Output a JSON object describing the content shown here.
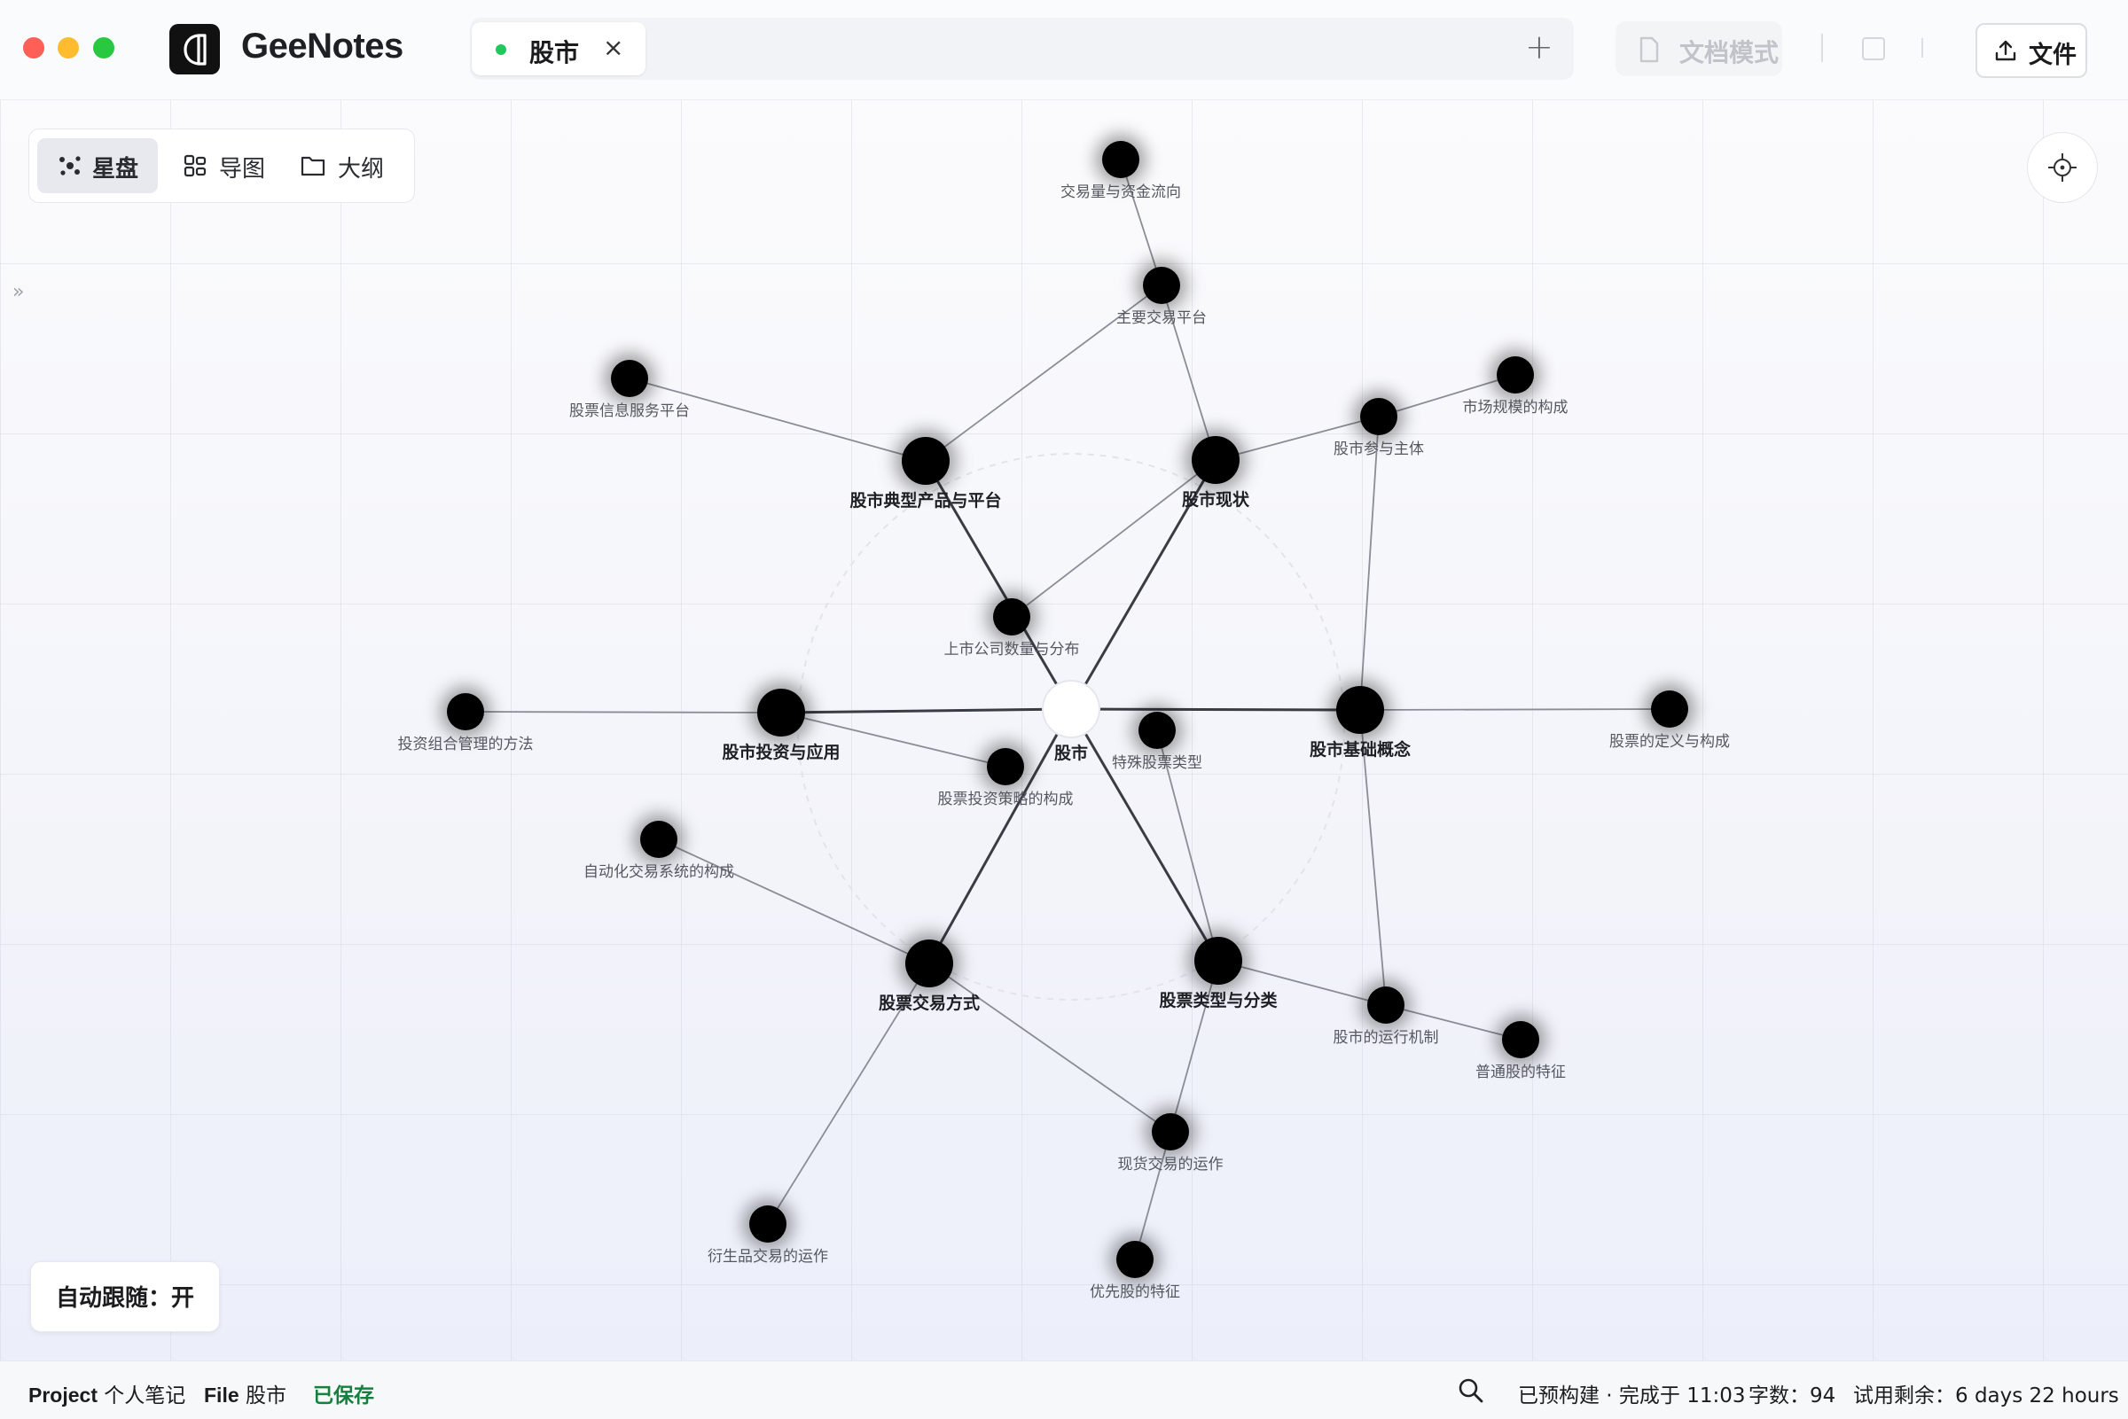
{
  "window": {
    "app_name": "GeeNotes",
    "tab": {
      "label": "股市",
      "close": "×",
      "status_color": "#22c55e"
    },
    "add_tab": "+",
    "doc_mode_label": "文档模式",
    "file_button_label": "文件"
  },
  "view_switch": {
    "items": [
      {
        "label": "星盘",
        "icon": "constellation-icon",
        "active": true
      },
      {
        "label": "导图",
        "icon": "mindmap-icon",
        "active": false
      },
      {
        "label": "大纲",
        "icon": "folder-icon",
        "active": false
      }
    ]
  },
  "canvas": {
    "collapse_toggle": "»",
    "locate_icon": "crosshair-icon",
    "auto_follow_label": "自动跟随：开"
  },
  "graph": {
    "center": "股市",
    "nodes": [
      {
        "id": "center",
        "label": "股市",
        "kind": "center"
      },
      {
        "id": "invest",
        "label": "股市投资与应用",
        "kind": "major"
      },
      {
        "id": "basic",
        "label": "股市基础概念",
        "kind": "major"
      },
      {
        "id": "products",
        "label": "股市典型产品与平台",
        "kind": "major"
      },
      {
        "id": "status",
        "label": "股市现状",
        "kind": "major"
      },
      {
        "id": "trade",
        "label": "股票交易方式",
        "kind": "major"
      },
      {
        "id": "types",
        "label": "股票类型与分类",
        "kind": "major"
      },
      {
        "id": "volume",
        "label": "交易量与资金流向",
        "kind": "minor"
      },
      {
        "id": "platform",
        "label": "主要交易平台",
        "kind": "minor"
      },
      {
        "id": "infoSvc",
        "label": "股票信息服务平台",
        "kind": "minor"
      },
      {
        "id": "scale",
        "label": "市场规模的构成",
        "kind": "minor"
      },
      {
        "id": "participants",
        "label": "股市参与主体",
        "kind": "minor"
      },
      {
        "id": "listed",
        "label": "上市公司数量与分布",
        "kind": "minor"
      },
      {
        "id": "portfolio",
        "label": "投资组合管理的方法",
        "kind": "minor"
      },
      {
        "id": "special",
        "label": "特殊股票类型",
        "kind": "minor"
      },
      {
        "id": "strategy",
        "label": "股票投资策略的构成",
        "kind": "minor"
      },
      {
        "id": "definition",
        "label": "股票的定义与构成",
        "kind": "minor"
      },
      {
        "id": "auto",
        "label": "自动化交易系统的构成",
        "kind": "minor"
      },
      {
        "id": "mechanism",
        "label": "股市的运行机制",
        "kind": "minor"
      },
      {
        "id": "common",
        "label": "普通股的特征",
        "kind": "minor"
      },
      {
        "id": "spot",
        "label": "现货交易的运作",
        "kind": "minor"
      },
      {
        "id": "deriv",
        "label": "衍生品交易的运作",
        "kind": "minor"
      },
      {
        "id": "preferred",
        "label": "优先股的特征",
        "kind": "minor"
      }
    ],
    "edges": [
      [
        "center",
        "invest"
      ],
      [
        "center",
        "basic"
      ],
      [
        "center",
        "products"
      ],
      [
        "center",
        "status"
      ],
      [
        "center",
        "trade"
      ],
      [
        "center",
        "types"
      ],
      [
        "volume",
        "platform"
      ],
      [
        "platform",
        "products"
      ],
      [
        "platform",
        "status"
      ],
      [
        "infoSvc",
        "products"
      ],
      [
        "status",
        "participants"
      ],
      [
        "participants",
        "scale"
      ],
      [
        "participants",
        "basic"
      ],
      [
        "status",
        "listed"
      ],
      [
        "portfolio",
        "invest"
      ],
      [
        "invest",
        "strategy"
      ],
      [
        "basic",
        "definition"
      ],
      [
        "basic",
        "mechanism"
      ],
      [
        "special",
        "types"
      ],
      [
        "auto",
        "trade"
      ],
      [
        "trade",
        "spot"
      ],
      [
        "trade",
        "deriv"
      ],
      [
        "types",
        "mechanism"
      ],
      [
        "mechanism",
        "common"
      ],
      [
        "types",
        "spot"
      ],
      [
        "spot",
        "preferred"
      ]
    ]
  },
  "statusbar": {
    "project_key": "Project",
    "project_value": "个人笔记",
    "file_key": "File",
    "file_value": "股市",
    "saved": "已保存",
    "search_icon": "search-icon",
    "build_status": "已预构建 · 完成于 11:03",
    "word_count": "字数：94",
    "trial": "试用剩余：6 days 22 hours"
  },
  "colors": {
    "accent_green": "#22c55e",
    "saved_green": "#15803d",
    "node": "#000000",
    "center_node": "#ffffff"
  }
}
